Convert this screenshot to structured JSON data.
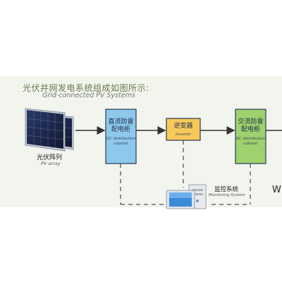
{
  "title": {
    "cn": "光伏并网发电系统组成如图所示:",
    "en": "Grid-connected PV Systems"
  },
  "nodes": {
    "pv_array": {
      "cn": "光伏阵列",
      "en": "PV array"
    },
    "dc_cabinet": {
      "cn_line1": "直流防雷",
      "cn_line2": "配电柜",
      "en_line1": "DC distribution",
      "en_line2": "cabinet"
    },
    "inverter": {
      "cn": "逆变器",
      "en": "inverter"
    },
    "ac_cabinet": {
      "cn_line1": "交流防雷",
      "cn_line2": "配电柜",
      "en_line1": "AC distribution",
      "en_line2": "cabinet"
    },
    "monitoring": {
      "cn": "监控系统",
      "en": "Monitoring System"
    },
    "partial_right": {
      "text": "W"
    }
  },
  "colors": {
    "band_bg": "#f2f4ee",
    "dc_box": "#8ec9ec",
    "inverter_box": "#f7c85a",
    "ac_box": "#9fd16e",
    "arrow": "#333333",
    "dashed": "#555555"
  }
}
